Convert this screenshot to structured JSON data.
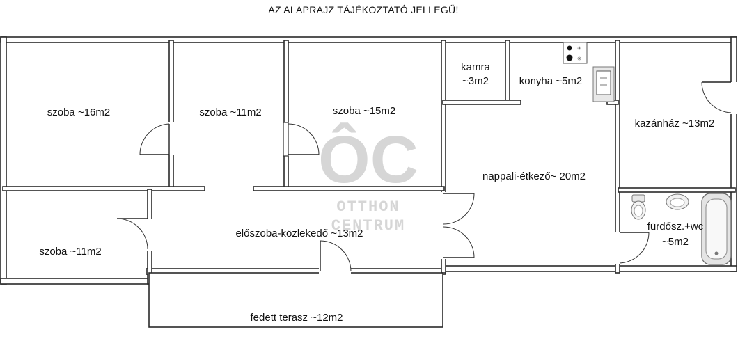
{
  "title": "AZ ALAPRAJZ TÁJÉKOZTATÓ JELLEGŰ!",
  "watermark": {
    "logo": "ÔC",
    "line1": "OTTHON",
    "line2": "CENTRUM"
  },
  "rooms": {
    "szoba16": "szoba ~16m2",
    "szoba11a": "szoba ~11m2",
    "szoba15": "szoba ~15m2",
    "kamra_line1": "kamra",
    "kamra_line2": "~3m2",
    "konyha": "konyha ~5m2",
    "kazanhaz": "kazánház ~13m2",
    "szoba11b": "szoba ~11m2",
    "eloszoba": "előszoba-közlekedő ~13m2",
    "nappali": "nappali-étkező~ 20m2",
    "furdo_line1": "fürdősz.+wc",
    "furdo_line2": "~5m2",
    "terasz": "fedett terasz ~12m2"
  },
  "icons": [
    "stove-icon",
    "sink-icon",
    "toilet-icon",
    "washbasin-icon",
    "bathtub-icon"
  ]
}
